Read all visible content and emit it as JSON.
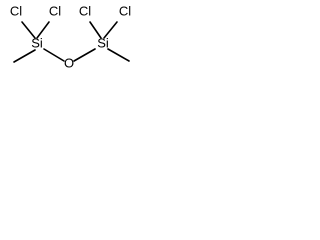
{
  "molecule": {
    "atoms": {
      "cl_top_left_outer": "Cl",
      "cl_top_left_inner": "Cl",
      "cl_top_right_inner": "Cl",
      "cl_top_right_outer": "Cl",
      "si_left": "Si",
      "oxygen": "O",
      "si_right": "Si"
    }
  }
}
